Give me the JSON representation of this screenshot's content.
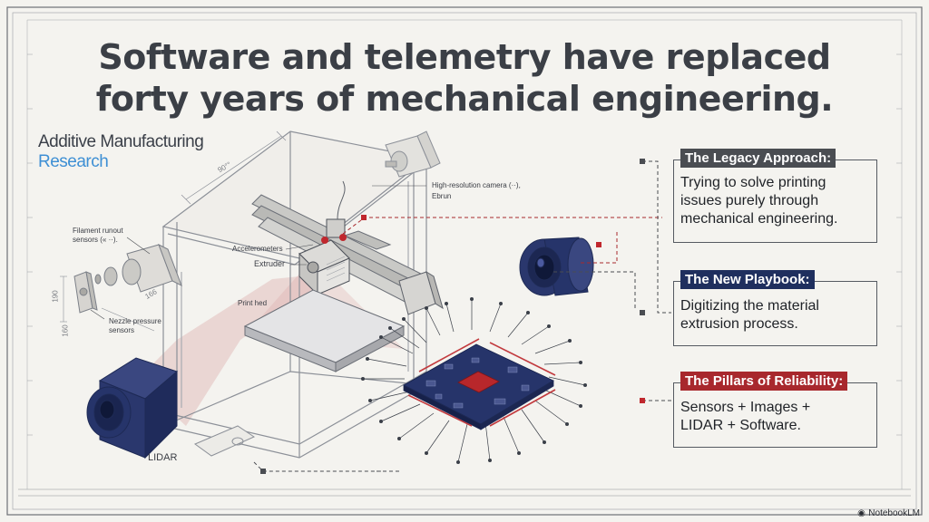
{
  "title_line1": "Software and telemetry have replaced",
  "title_line2": "forty years of mechanical engineering.",
  "brand": {
    "line1": "Additive Manufacturing",
    "line2": "Research"
  },
  "labels": {
    "filament": "Filament runout",
    "filament2": "sensors (« ··).",
    "nozzle": "Nezzle pressure",
    "nozzle2": "sensors",
    "accelerometers": "Accelerometers",
    "extruder": "Extruder",
    "print_head": "Print hed",
    "camera": "High-resolution camera (··),",
    "ebrun": "Ebrun",
    "lidar": "LIDAR",
    "dim_top": "90°°",
    "dim_190": "190",
    "dim_166": "166",
    "dim_160": "160"
  },
  "cards": [
    {
      "tag": "The Legacy Approach:",
      "tag_color": "#4a4d52",
      "lines": [
        "Trying to solve printing",
        "issues purely through",
        "mechanical engineering."
      ]
    },
    {
      "tag": "The New Playbook:",
      "tag_color": "#1f2f5e",
      "lines": [
        "Digitizing the material",
        "extrusion process."
      ]
    },
    {
      "tag": "The Pillars of Reliability:",
      "tag_color": "#a8282d",
      "lines": [
        "Sensors + Images +",
        "LIDAR + Software."
      ]
    }
  ],
  "footer": "NotebookLM",
  "colors": {
    "navy": "#26346a",
    "red": "#b8272b",
    "grey": "#4a4d52"
  },
  "icons": {
    "footer": "notebooklm-logo-icon"
  }
}
